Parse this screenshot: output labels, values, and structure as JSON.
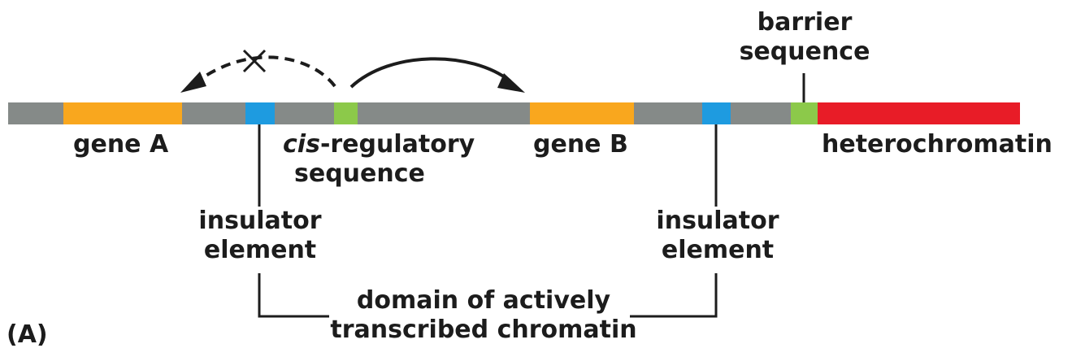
{
  "labels": {
    "barrier": [
      "barrier",
      "sequence"
    ],
    "gene_a": "gene A",
    "cis_prefix": "cis",
    "cis_rest": "-regulatory",
    "cis_line2": "sequence",
    "gene_b": "gene B",
    "heterochromatin": "heterochromatin",
    "insulator_left": [
      "insulator",
      "element"
    ],
    "insulator_right": [
      "insulator",
      "element"
    ],
    "domain": [
      "domain of actively",
      "transcribed chromatin"
    ],
    "panel": "(A)"
  },
  "colors": {
    "chromatin": "#858a88",
    "gene": "#f9a71e",
    "insulator": "#1e9be0",
    "regulatory": "#8cc94a",
    "heterochromatin": "#e81c27",
    "line": "#1c1c1c"
  }
}
